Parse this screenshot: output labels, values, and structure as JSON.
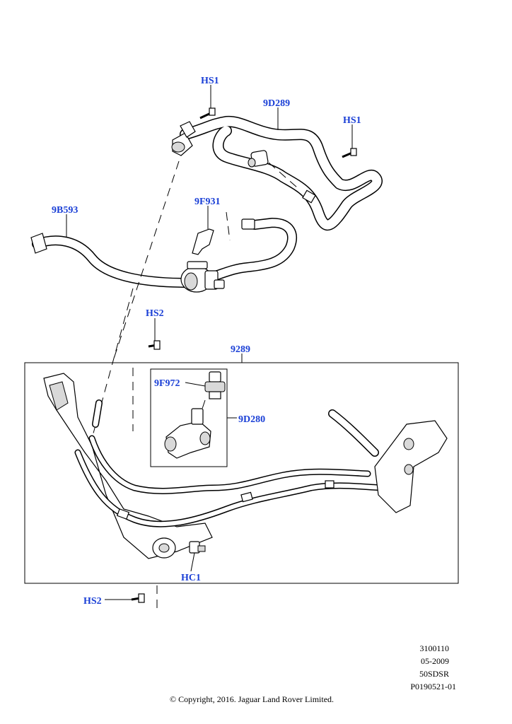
{
  "labels": {
    "hs1_top": "HS1",
    "d289": "9D289",
    "hs1_right": "HS1",
    "b593": "9B593",
    "f931": "9F931",
    "hs2_mid": "HS2",
    "n9289": "9289",
    "f972": "9F972",
    "d280": "9D280",
    "hc1": "HC1",
    "hs2_bottom": "HS2"
  },
  "footer": {
    "line1": "3100110",
    "line2": "05-2009",
    "line3": "50SDSR",
    "line4": "P0190521-01",
    "copyright": "© Copyright, 2016. Jaguar Land Rover Limited."
  },
  "colors": {
    "callout": "#1a3fd6",
    "line": "#000000"
  }
}
